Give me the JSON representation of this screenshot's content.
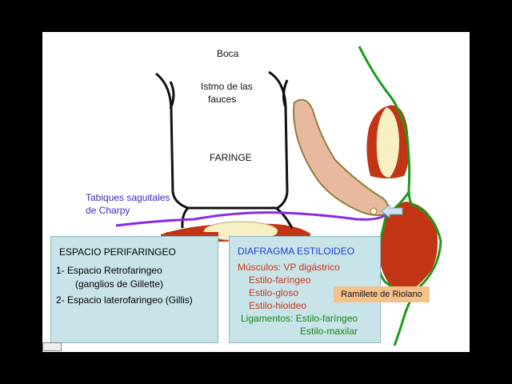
{
  "labels": {
    "boca": "Boca",
    "istmo": [
      "Istmo de las",
      "fauces"
    ],
    "faringe": "FARINGE",
    "tabiques": [
      "Tabiques saguitales",
      "de Charpy"
    ],
    "riolano": "Ramillete de Riolano"
  },
  "left_box": {
    "title": "ESPACIO PERIFARINGEO",
    "lines": [
      "1- Espacio Retrofaringeo",
      "(ganglios de Gillette)",
      "2- Espacio laterofaringeo (Gillis)"
    ]
  },
  "right_box": {
    "title": "DIAFRAGMA ESTILOIDEO",
    "musculos": [
      "Músculos: VP digástrico",
      "Estilo-faríngeo",
      "Estilo-gloso",
      "Estilo-hioideo"
    ],
    "ligamentos": [
      "Ligamentos: Estilo-faríngeo",
      "Estilo-maxilar"
    ]
  },
  "colors": {
    "muscle_red": "#c23514",
    "cream": "#f7f0c4",
    "pink": "#e8b89f",
    "olive": "#8d8040",
    "green": "#1a9a1a",
    "purple": "#8a2be2",
    "box_bg": "#c8e4e9",
    "title_blue": "#1f3fd6",
    "muscle_text": "#c8361a",
    "lig_text": "#168516",
    "label_blue": "#3a2bc0",
    "riolano_bg": "#f5c18b"
  }
}
